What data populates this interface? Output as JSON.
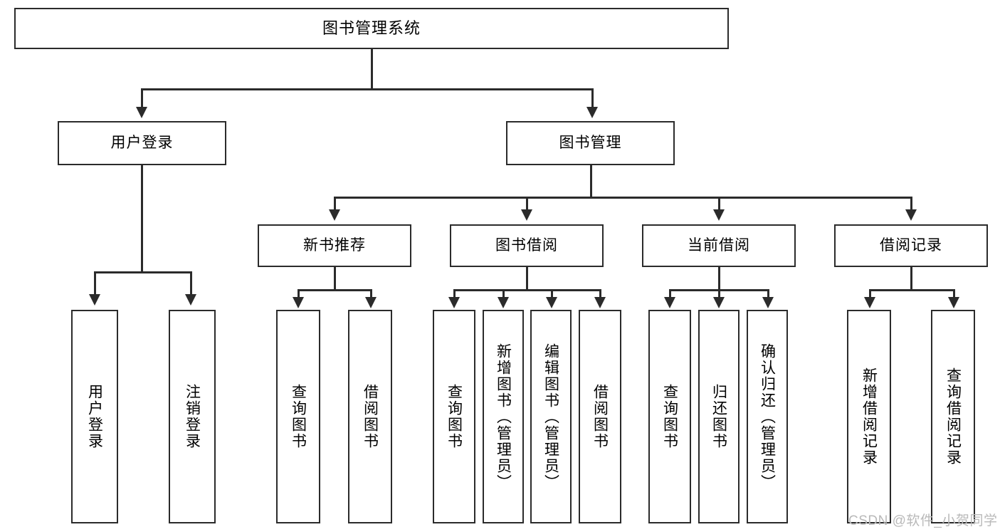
{
  "diagram": {
    "title": "图书管理系统",
    "type": "hierarchy-tree",
    "levels": {
      "root": {
        "label": "图书管理系统"
      },
      "level2": [
        {
          "id": "user-login",
          "label": "用户登录"
        },
        {
          "id": "book-management",
          "label": "图书管理"
        }
      ],
      "level3": [
        {
          "id": "new-book-recommend",
          "label": "新书推荐"
        },
        {
          "id": "book-borrow",
          "label": "图书借阅"
        },
        {
          "id": "current-borrow",
          "label": "当前借阅"
        },
        {
          "id": "borrow-record",
          "label": "借阅记录"
        }
      ],
      "leaves": [
        {
          "id": "leaf-user-login",
          "parent": "user-login",
          "label": "用户登录"
        },
        {
          "id": "leaf-logout",
          "parent": "user-login",
          "label": "注销登录"
        },
        {
          "id": "leaf-query-book-1",
          "parent": "new-book-recommend",
          "label": "查询图书"
        },
        {
          "id": "leaf-borrow-book-1",
          "parent": "new-book-recommend",
          "label": "借阅图书"
        },
        {
          "id": "leaf-query-book-2",
          "parent": "book-borrow",
          "label": "查询图书"
        },
        {
          "id": "leaf-add-book",
          "parent": "book-borrow",
          "label": "新增图书（管理员）"
        },
        {
          "id": "leaf-edit-book",
          "parent": "book-borrow",
          "label": "编辑图书（管理员）"
        },
        {
          "id": "leaf-borrow-book-2",
          "parent": "book-borrow",
          "label": "借阅图书"
        },
        {
          "id": "leaf-query-book-3",
          "parent": "current-borrow",
          "label": "查询图书"
        },
        {
          "id": "leaf-return-book",
          "parent": "current-borrow",
          "label": "归还图书"
        },
        {
          "id": "leaf-confirm-return",
          "parent": "current-borrow",
          "label": "确认归还（管理员）"
        },
        {
          "id": "leaf-add-borrow-record",
          "parent": "borrow-record",
          "label": "新增借阅记录"
        },
        {
          "id": "leaf-query-borrow-record",
          "parent": "borrow-record",
          "label": "查询借阅记录"
        }
      ]
    },
    "colors": {
      "stroke": "#2b2b2b",
      "fill": "#ffffff",
      "text": "#000000",
      "watermark": "#b9b9b9"
    }
  },
  "watermark": {
    "text": "CSDN @软件_小贺同学"
  }
}
